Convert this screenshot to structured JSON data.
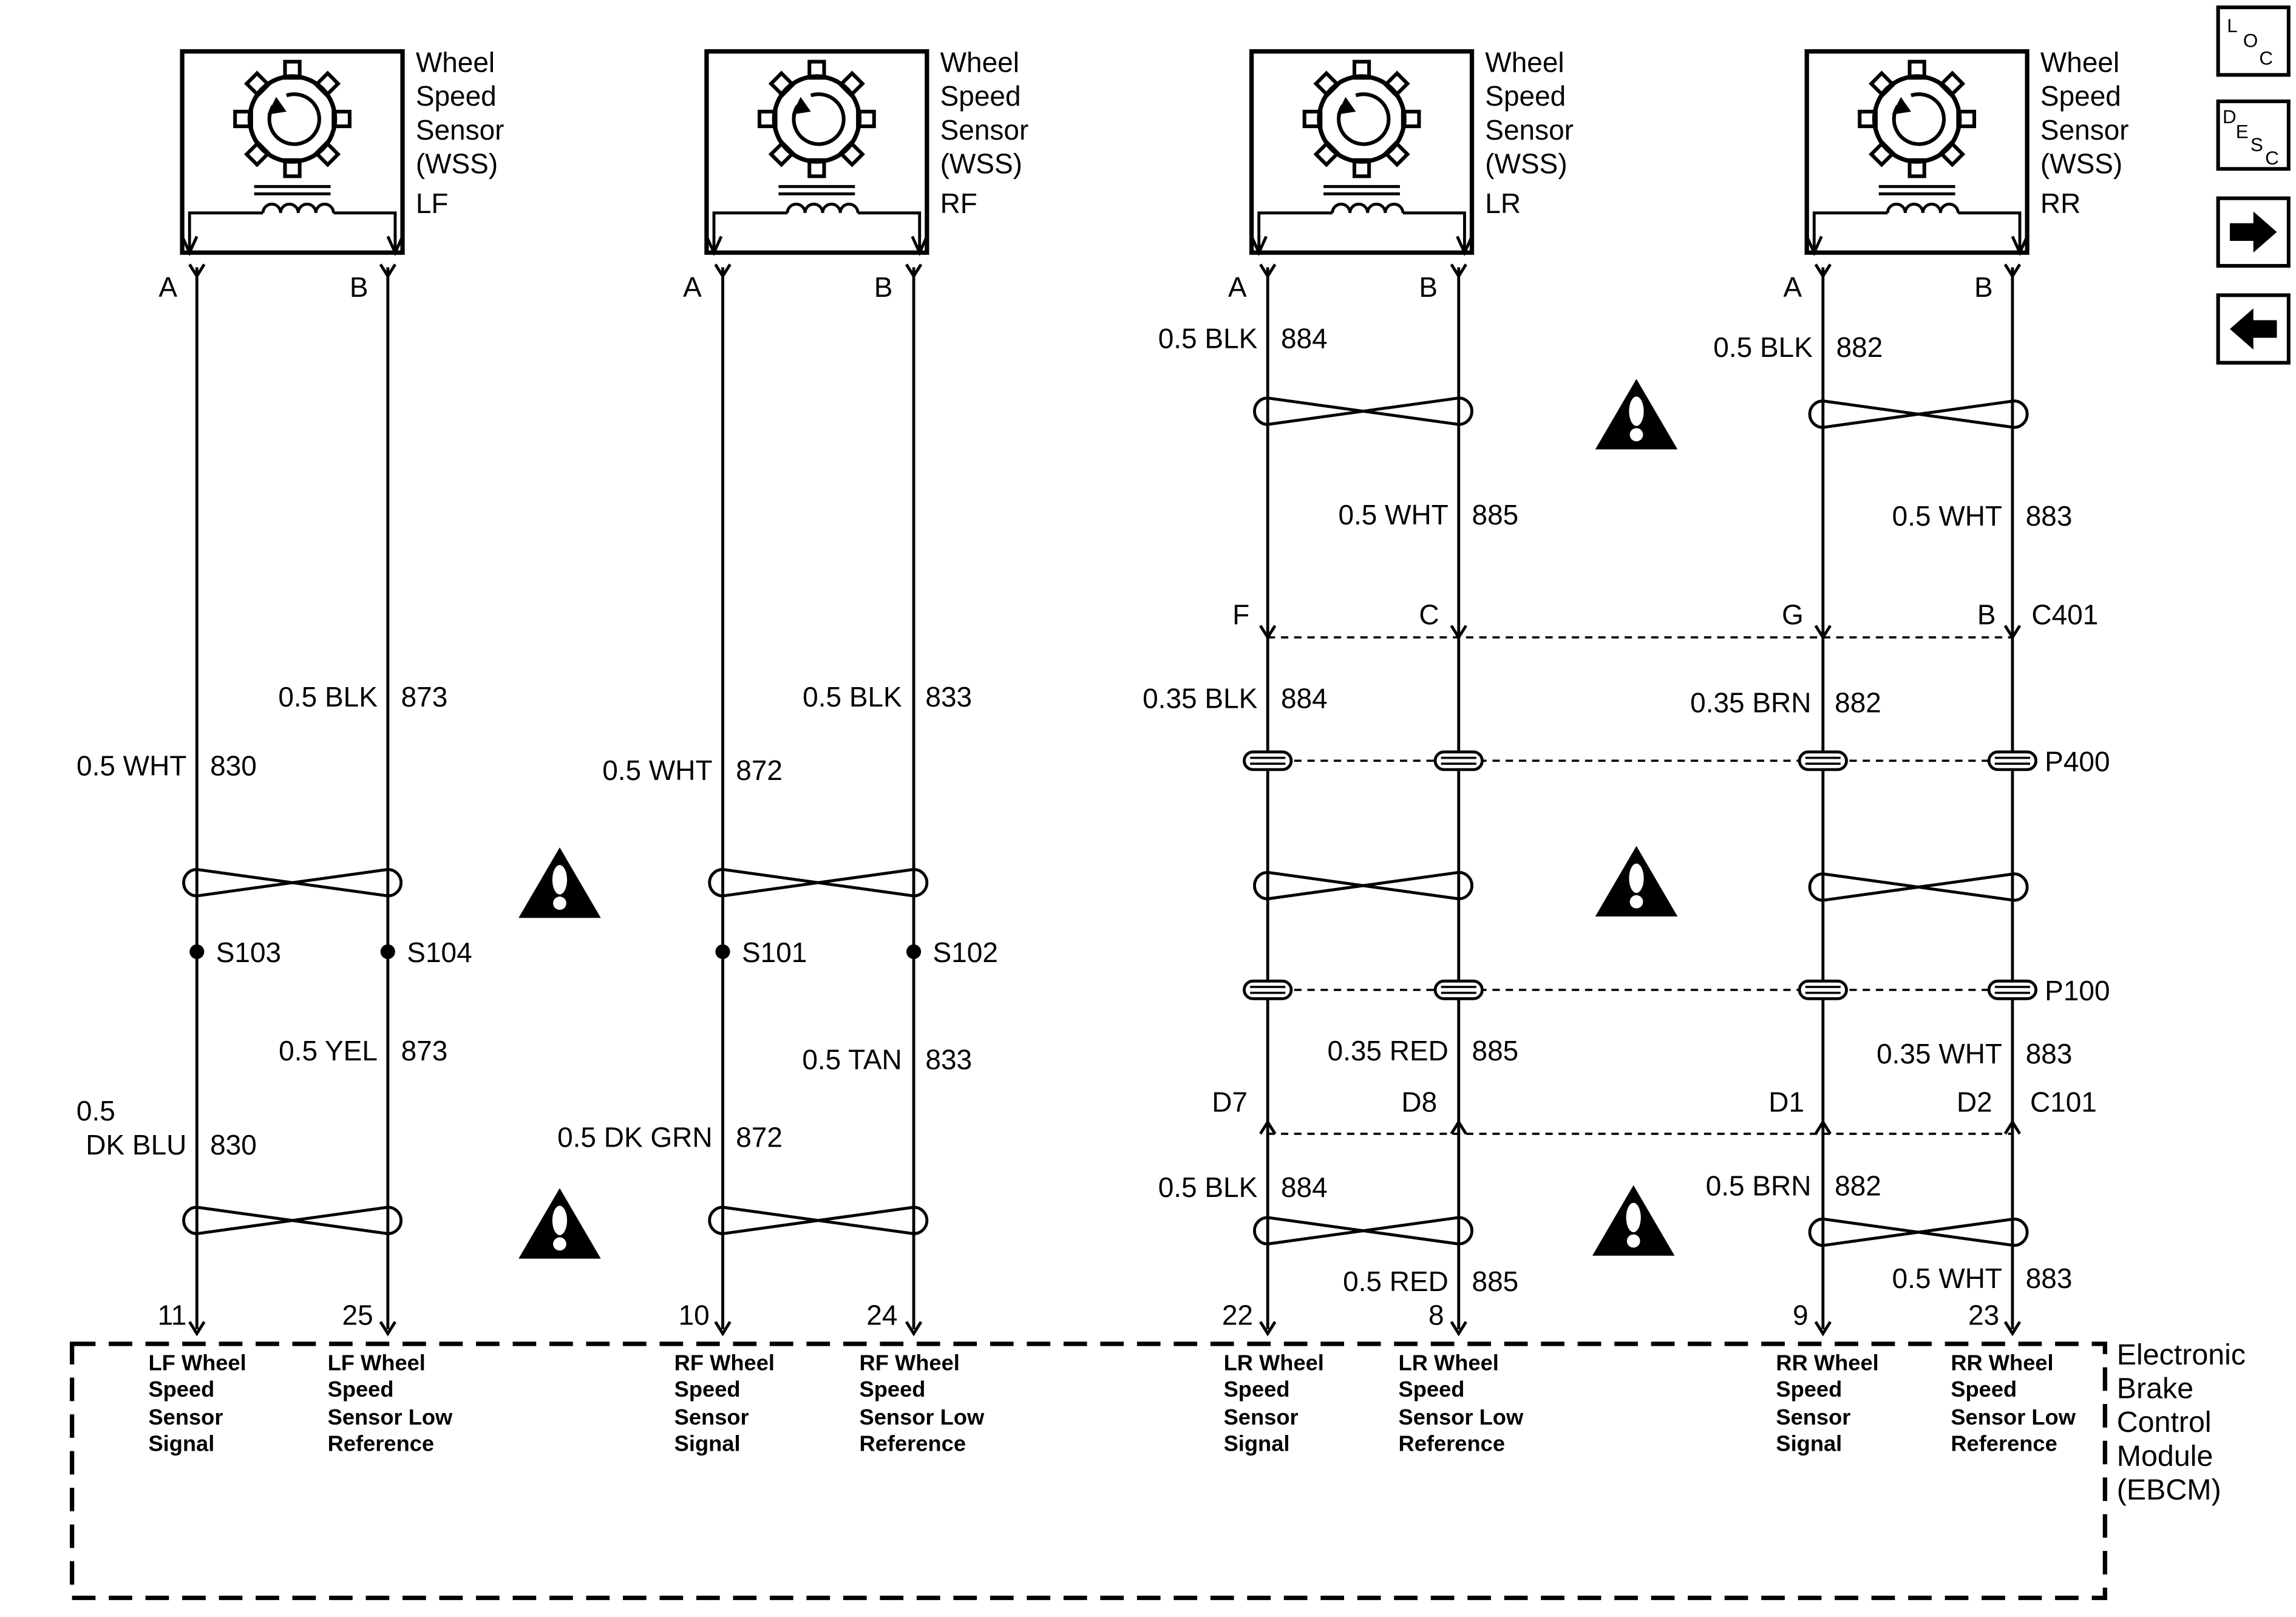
{
  "sensor_label": [
    "Wheel",
    "Speed",
    "Sensor",
    "(WSS)"
  ],
  "sensors": [
    {
      "pos": "LF"
    },
    {
      "pos": "RF"
    },
    {
      "pos": "LR"
    },
    {
      "pos": "RR"
    }
  ],
  "sensor_pin_a": "A",
  "sensor_pin_b": "B",
  "wires": {
    "lf_b_upper": {
      "gauge": "0.5 BLK",
      "circuit": "873"
    },
    "lf_a_upper": {
      "gauge": "0.5 WHT",
      "circuit": "830"
    },
    "rf_b_upper": {
      "gauge": "0.5 BLK",
      "circuit": "833"
    },
    "rf_a_upper": {
      "gauge": "0.5 WHT",
      "circuit": "872"
    },
    "lr_a_top": {
      "gauge": "0.5 BLK",
      "circuit": "884"
    },
    "lr_b_top": {
      "gauge": "0.5 WHT",
      "circuit": "885"
    },
    "rr_a_top": {
      "gauge": "0.5 BLK",
      "circuit": "882"
    },
    "rr_b_top": {
      "gauge": "0.5 WHT",
      "circuit": "883"
    },
    "lr_a_mid": {
      "gauge": "0.35 BLK",
      "circuit": "884"
    },
    "rr_a_mid": {
      "gauge": "0.35 BRN",
      "circuit": "882"
    },
    "lr_b_mid": {
      "gauge": "0.35 RED",
      "circuit": "885"
    },
    "rr_b_mid": {
      "gauge": "0.35 WHT",
      "circuit": "883"
    },
    "lf_b_lower": {
      "gauge": "0.5 YEL",
      "circuit": "873"
    },
    "lf_a_lower": {
      "gauge_line1": "0.5",
      "gauge_line2": "DK BLU",
      "circuit": "830"
    },
    "rf_b_lower": {
      "gauge": "0.5 TAN",
      "circuit": "833"
    },
    "rf_a_lower": {
      "gauge": "0.5 DK GRN",
      "circuit": "872"
    },
    "lr_a_bottom": {
      "gauge": "0.5 BLK",
      "circuit": "884"
    },
    "lr_b_bottom": {
      "gauge": "0.5 RED",
      "circuit": "885"
    },
    "rr_a_bottom": {
      "gauge": "0.5 BRN",
      "circuit": "882"
    },
    "rr_b_bottom": {
      "gauge": "0.5 WHT",
      "circuit": "883"
    }
  },
  "splices": {
    "s103": "S103",
    "s104": "S104",
    "s101": "S101",
    "s102": "S102"
  },
  "connectors": {
    "c401": {
      "name": "C401",
      "lr_a": "F",
      "lr_b": "C",
      "rr_a": "G",
      "rr_b": "B"
    },
    "p400": {
      "name": "P400"
    },
    "p100": {
      "name": "P100"
    },
    "c101": {
      "name": "C101",
      "lr_a": "D7",
      "lr_b": "D8",
      "rr_a": "D1",
      "rr_b": "D2"
    }
  },
  "ebcm": {
    "pins": {
      "lf_a": "11",
      "lf_b": "25",
      "rf_a": "10",
      "rf_b": "24",
      "lr_a": "22",
      "lr_b": "8",
      "rr_a": "9",
      "rr_b": "23"
    },
    "signals": {
      "lf_a": [
        "LF Wheel",
        "Speed",
        "Sensor",
        "Signal"
      ],
      "lf_b": [
        "LF Wheel",
        "Speed",
        "Sensor Low",
        "Reference"
      ],
      "rf_a": [
        "RF Wheel",
        "Speed",
        "Sensor",
        "Signal"
      ],
      "rf_b": [
        "RF Wheel",
        "Speed",
        "Sensor Low",
        "Reference"
      ],
      "lr_a": [
        "LR Wheel",
        "Speed",
        "Sensor",
        "Signal"
      ],
      "lr_b": [
        "LR Wheel",
        "Speed",
        "Sensor Low",
        "Reference"
      ],
      "rr_a": [
        "RR Wheel",
        "Speed",
        "Sensor",
        "Signal"
      ],
      "rr_b": [
        "RR Wheel",
        "Speed",
        "Sensor Low",
        "Reference"
      ]
    },
    "title": [
      "Electronic",
      "Brake",
      "Control",
      "Module",
      "(EBCM)"
    ]
  },
  "nav": {
    "loc": [
      "L",
      "O",
      "C"
    ],
    "desc": [
      "D",
      "E",
      "S",
      "C"
    ],
    "next_icon": "arrow-right-icon",
    "prev_icon": "arrow-left-icon"
  }
}
